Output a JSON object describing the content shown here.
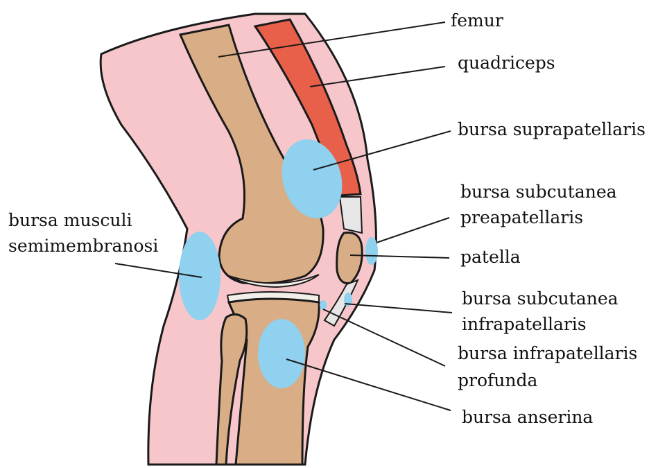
{
  "labels": {
    "femur": "femur",
    "quadriceps": "quadriceps",
    "bursa_suprapatellaris": "bursa suprapatellaris",
    "bursa_subcutanea_preapatellaris": [
      "bursa subcutanea",
      "preapatellaris"
    ],
    "patella": "patella",
    "bursa_subcutanea_infrapatellaris": [
      "bursa subcutanea",
      "infrapatellaris"
    ],
    "bursa_infrapatellaris_profunda": [
      "bursa infrapatellaris",
      "profunda"
    ],
    "bursa_anserina": "bursa anserina",
    "bursa_musculi_semimembranosi": [
      "bursa musculi",
      "semimembranosi"
    ]
  },
  "colors": {
    "skin": "#f6c6cb",
    "bone": "#d9ad86",
    "muscle": "#e8604a",
    "bursa": "#8fd1ee",
    "cartilage": "#f2efe9",
    "tendon": "#e6e6e6",
    "outline": "#1a1a1a"
  }
}
